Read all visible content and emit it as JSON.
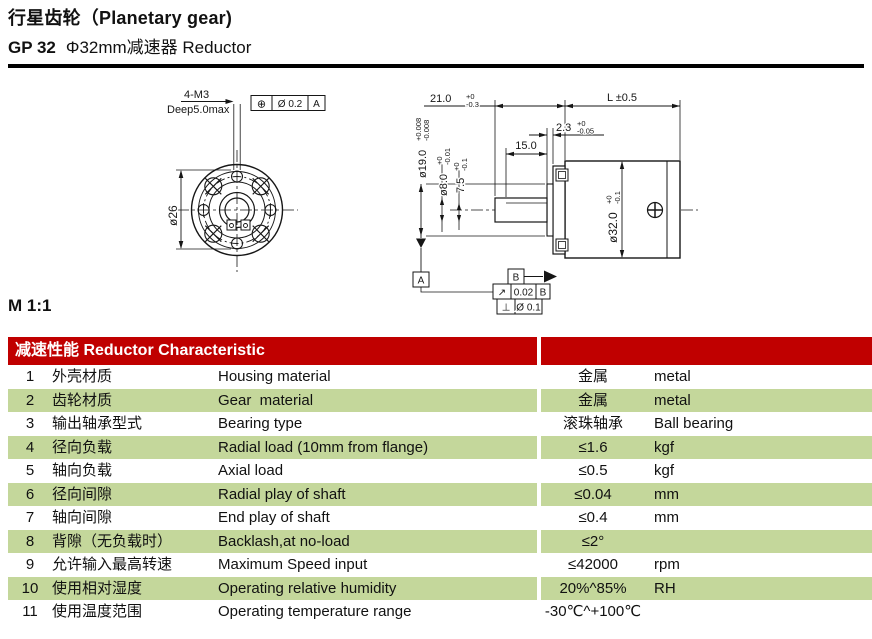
{
  "header": {
    "title": "行星齿轮（Planetary gear)",
    "model": "GP 32",
    "subtitle": "Φ32mm减速器 Reductor",
    "scale": "M 1:1"
  },
  "colors": {
    "accent_red": "#c00000",
    "row_green": "#c4d79b"
  },
  "drawing": {
    "front": {
      "holes_label": "4-M3",
      "depth_label": "Deep5.0max",
      "position_fcf": {
        "symbol": "⊕",
        "tolerance": "Ø 0.2",
        "datum": "A"
      },
      "bolt_circle_dia": "ø26"
    },
    "side": {
      "dim_21": {
        "value": "21.0",
        "tol_upper": "+0",
        "tol_lower": "-0.3"
      },
      "dim_length": "L ±0.5",
      "dim_2_3": {
        "value": "2.3",
        "tol_upper": "+0",
        "tol_lower": "-0.05"
      },
      "dim_15": "15.0",
      "dia_19": {
        "value": "ø19.0",
        "tol_upper": "+0.008",
        "tol_lower": "-0.008"
      },
      "dia_8": {
        "value": "ø8.0",
        "tol_upper": "+0",
        "tol_lower": "-0.01"
      },
      "dim_7_5": {
        "value": "7.5",
        "tol_upper": "+0",
        "tol_lower": "-0.1"
      },
      "dia_32": {
        "value": "ø32.0",
        "tol_upper": "+0",
        "tol_lower": "-0.1"
      },
      "datum_a": "A",
      "datum_b": "B",
      "runout_fcf": {
        "symbol": "↗",
        "tolerance": "0.02",
        "datum": "B"
      },
      "perpendicularity_fcf": {
        "symbol": "⊥",
        "tolerance": "Ø 0.1"
      }
    }
  },
  "table": {
    "header": "减速性能 Reductor Characteristic",
    "rows": [
      {
        "num": "1",
        "cn": "外壳材质",
        "en": "Housing material",
        "value": "金属",
        "unit": "metal"
      },
      {
        "num": "2",
        "cn": "齿轮材质",
        "en": "Gear  material",
        "value": "金属",
        "unit": "metal"
      },
      {
        "num": "3",
        "cn": "输出轴承型式",
        "en": "Bearing type",
        "value": "滚珠轴承",
        "unit": "Ball bearing"
      },
      {
        "num": "4",
        "cn": "径向负载",
        "en": "Radial load (10mm from flange)",
        "value": "≤1.6",
        "unit": "kgf"
      },
      {
        "num": "5",
        "cn": "轴向负载",
        "en": "Axial load",
        "value": "≤0.5",
        "unit": "kgf"
      },
      {
        "num": "6",
        "cn": "径向间隙",
        "en": "Radial play of shaft",
        "value": "≤0.04",
        "unit": "mm"
      },
      {
        "num": "7",
        "cn": "轴向间隙",
        "en": "End play of shaft",
        "value": "≤0.4",
        "unit": "mm"
      },
      {
        "num": "8",
        "cn": "背隙（无负载时）",
        "en": "Backlash,at no-load",
        "value": "≤2°",
        "unit": ""
      },
      {
        "num": "9",
        "cn": "允许输入最高转速",
        "en": "Maximum Speed input",
        "value": "≤42000",
        "unit": "rpm"
      },
      {
        "num": "10",
        "cn": "使用相对湿度",
        "en": "Operating relative humidity",
        "value": "20%^85%",
        "unit": "RH"
      },
      {
        "num": "11",
        "cn": "使用温度范围",
        "en": "Operating temperature range",
        "value": "-30℃^+100℃",
        "unit": ""
      }
    ]
  }
}
